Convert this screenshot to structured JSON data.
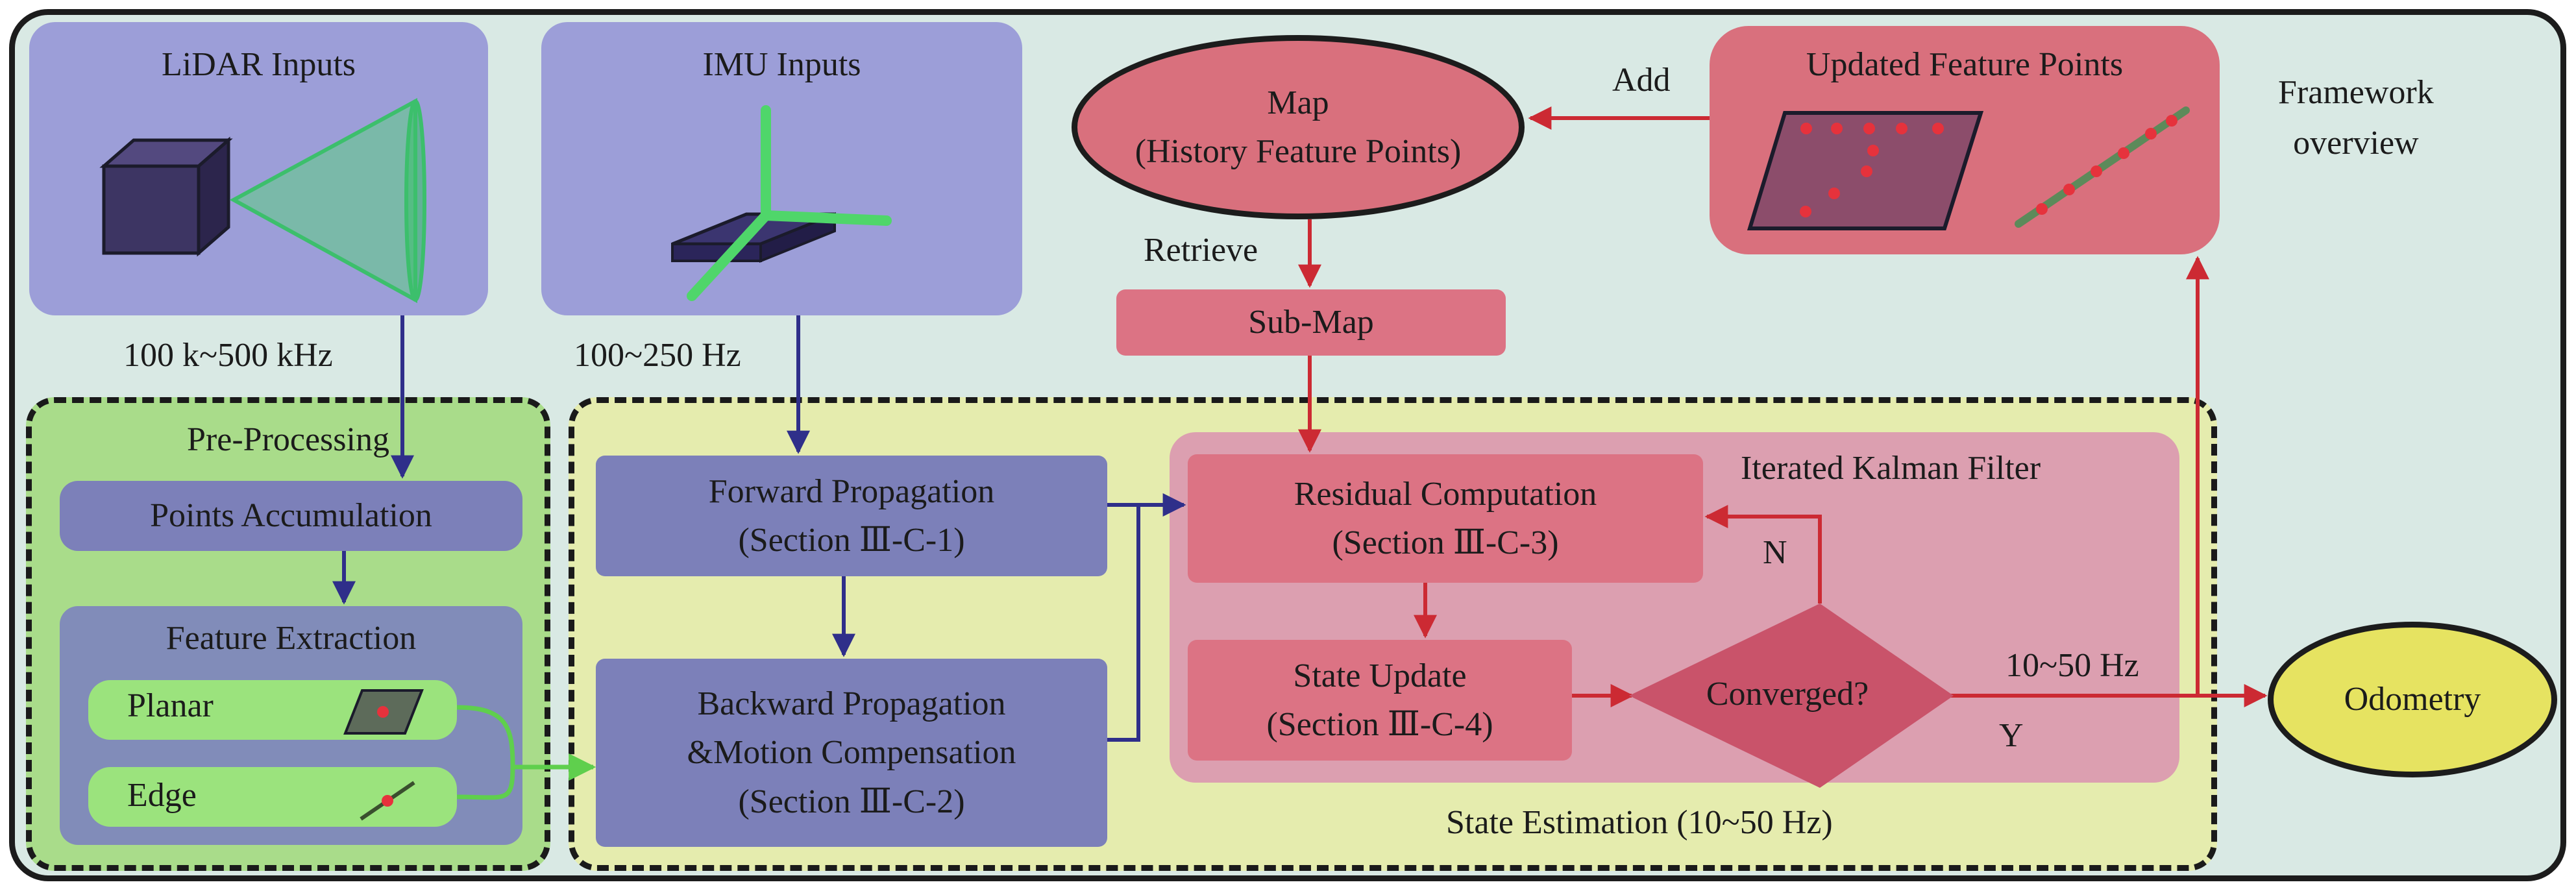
{
  "labels": {
    "lidar_inputs": "LiDAR Inputs",
    "imu_inputs": "IMU Inputs",
    "lidar_rate": "100 k~500 kHz",
    "imu_rate": "100~250 Hz",
    "map_line1": "Map",
    "map_line2": "(History Feature Points)",
    "add": "Add",
    "updated_feature_points": "Updated Feature Points",
    "framework_line1": "Framework",
    "framework_line2": "overview",
    "retrieve": "Retrieve",
    "sub_map": "Sub-Map",
    "pre_processing": "Pre-Processing",
    "points_accumulation": "Points Accumulation",
    "feature_extraction": "Feature Extraction",
    "planar": "Planar",
    "edge": "Edge",
    "forward_line1": "Forward Propagation",
    "forward_line2": "(Section Ⅲ-C-1)",
    "backward_line1": "Backward Propagation",
    "backward_line2": "&Motion Compensation",
    "backward_line3": "(Section Ⅲ-C-2)",
    "iterated_kalman_filter": "Iterated Kalman Filter",
    "residual_line1": "Residual Computation",
    "residual_line2": "(Section Ⅲ-C-3)",
    "state_update_line1": "State Update",
    "state_update_line2": "(Section Ⅲ-C-4)",
    "converged": "Converged?",
    "no": "N",
    "yes": "Y",
    "output_rate": "10~50 Hz",
    "odometry": "Odometry",
    "state_estimation": "State Estimation (10~50 Hz)"
  },
  "colors": {
    "frame_bg": "#d9e9e4",
    "inputs_bg": "#9c9ed8",
    "preprocessing_bg": "#a9dc8a",
    "state_estimation_bg": "#e5ecae",
    "blue_box": "#7c80b9",
    "red_box": "#dc7384",
    "kalman_bg": "#dc9fb0",
    "odometry": "#e6e361",
    "blue_arrow": "#2f2f8a",
    "red_arrow": "#cc2a33",
    "green_arrow": "#5fcf4d"
  }
}
